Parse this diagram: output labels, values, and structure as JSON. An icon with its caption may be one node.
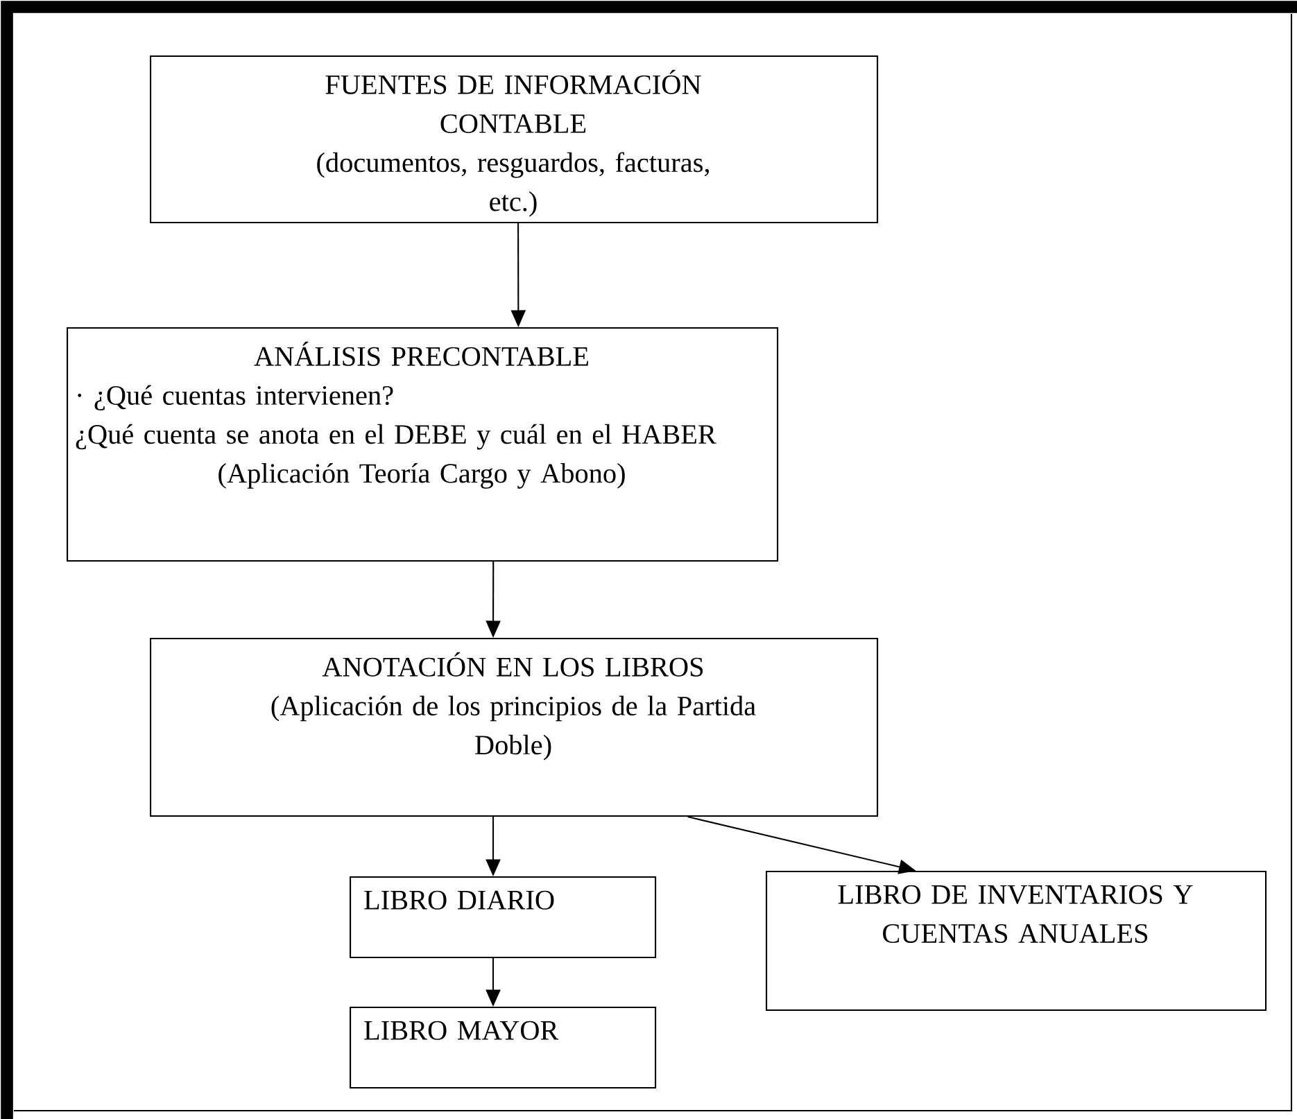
{
  "diagram": {
    "nodes": [
      {
        "text": [
          "FUENTES DE INFORMACIÓN CONTABLE",
          "(documentos, resguardos, facturas, etc.)"
        ]
      },
      {
        "text": [
          "ANÁLISIS PRECONTABLE",
          "· ¿Qué cuentas intervienen?",
          "¿Qué cuenta se anota en el DEBE y cuál en el HABER",
          "(Aplicación Teoría Cargo y Abono)"
        ]
      },
      {
        "text": [
          "ANOTACIÓN EN LOS LIBROS",
          "(Aplicación de los principios de la Partida Doble)"
        ]
      },
      {
        "text": [
          "LIBRO DIARIO"
        ]
      },
      {
        "text": [
          "LIBRO DE INVENTARIOS Y CUENTAS ANUALES"
        ]
      },
      {
        "text": [
          "LIBRO MAYOR"
        ]
      }
    ],
    "edges": [
      {
        "from": 0,
        "to": 1,
        "arrow": "to"
      },
      {
        "from": 1,
        "to": 2,
        "arrow": "to"
      },
      {
        "from": 2,
        "to": 3,
        "arrow": "to"
      },
      {
        "from": 2,
        "to": 4,
        "arrow": "to"
      },
      {
        "from": 3,
        "to": 5,
        "arrow": "to"
      }
    ]
  }
}
